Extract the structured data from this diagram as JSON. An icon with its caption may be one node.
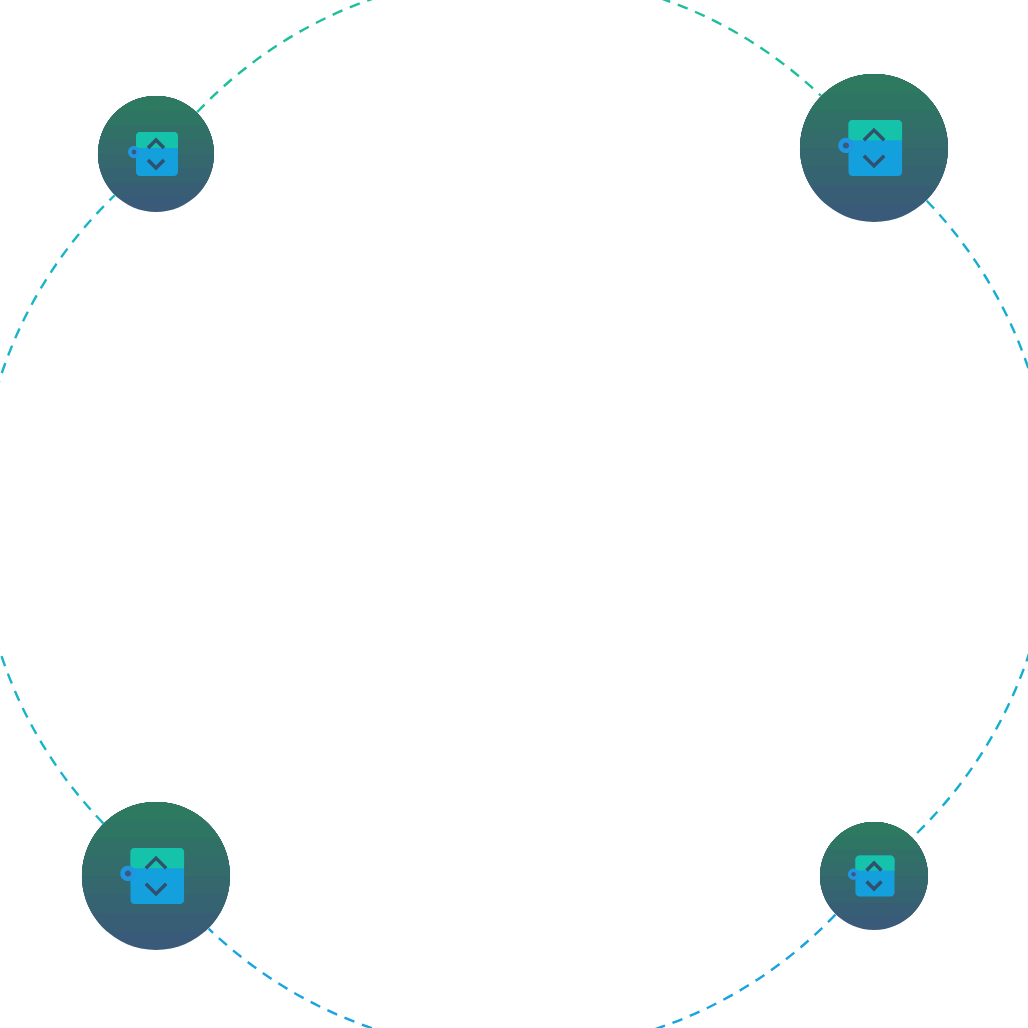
{
  "diagram": {
    "nodes": [
      {
        "text": [],
        "shape": "circle"
      },
      {
        "text": [],
        "shape": "circle"
      },
      {
        "text": [],
        "shape": "circle"
      },
      {
        "text": [],
        "shape": "circle"
      }
    ],
    "edges": [
      {
        "from": 0,
        "to": 1,
        "arrow": "none",
        "style": "dashed",
        "color": "#1dbf9a"
      },
      {
        "from": 1,
        "to": 3,
        "arrow": "none",
        "style": "dashed",
        "color": "#14aed0"
      },
      {
        "from": 3,
        "to": 2,
        "arrow": "none",
        "style": "dashed",
        "color": "#1aa3e0"
      },
      {
        "from": 2,
        "to": 0,
        "arrow": "none",
        "style": "dashed",
        "color": "#18b4c8"
      }
    ]
  }
}
